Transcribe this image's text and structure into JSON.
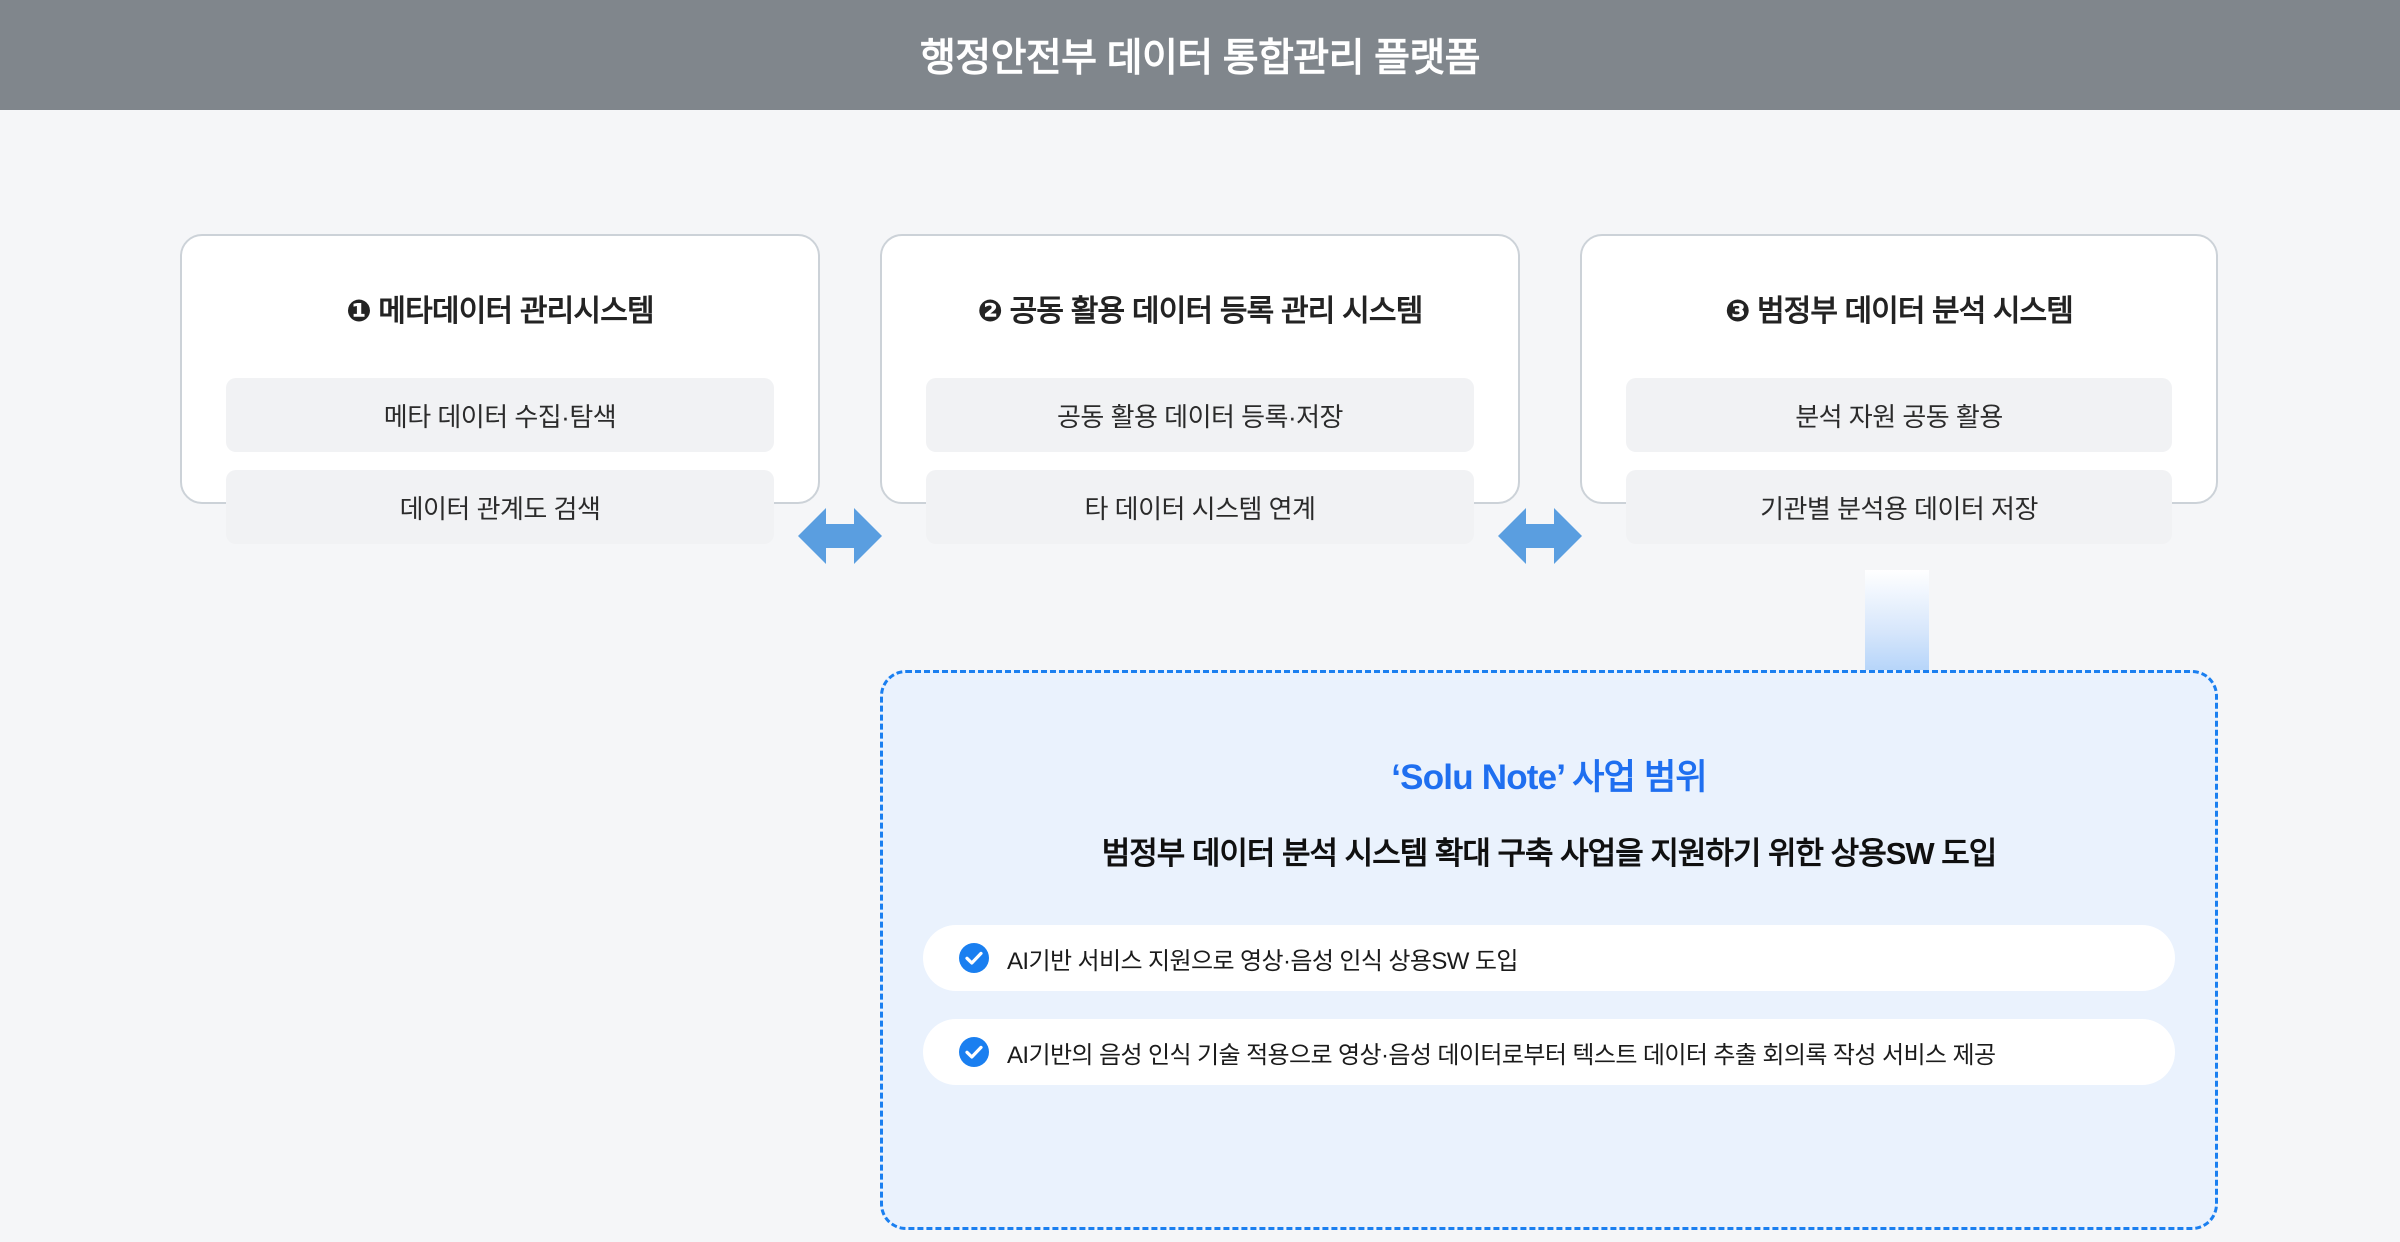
{
  "header": {
    "title": "행정안전부 데이터 통합관리 플랫폼",
    "background_color": "#80868c",
    "text_color": "#ffffff"
  },
  "page": {
    "background_color": "#f5f6f8"
  },
  "systems": [
    {
      "badge": "❶",
      "title": "❶ 메타데이터 관리시스템",
      "items": [
        "메타 데이터 수집·탐색",
        "데이터 관계도 검색"
      ]
    },
    {
      "badge": "❷",
      "title": "❷ 공동 활용 데이터 등록 관리 시스템",
      "items": [
        "공동 활용 데이터 등록·저장",
        "타 데이터 시스템 연계"
      ]
    },
    {
      "badge": "❸",
      "title": "❸ 범정부 데이터 분석 시스템",
      "items": [
        "분석 자원 공동 활용",
        "기관별 분석용 데이터 저장"
      ]
    }
  ],
  "connectors": {
    "horizontal_arrow_icon": "double-arrow-horizontal-icon",
    "horizontal_arrow_color": "#5a9ee0",
    "down_arrow_icon": "arrow-down-icon",
    "down_arrow_gradient_from": "#ffffff",
    "down_arrow_gradient_to": "#3b93f2"
  },
  "scope_panel": {
    "title": "‘Solu Note’ 사업 범위",
    "subtitle": "범정부 데이터 분석 시스템 확대 구축 사업을 지원하기 위한 상용SW 도입",
    "title_color": "#1f6ff0",
    "border_color": "#1a7ff0",
    "background_color": "#eaf2fd",
    "check_color": "#1a7ff0",
    "items": [
      "AI기반 서비스 지원으로 영상·음성 인식 상용SW 도입",
      "AI기반의 음성 인식 기술 적용으로 영상·음성 데이터로부터 텍스트 데이터 추출 회의록 작성 서비스 제공"
    ]
  }
}
